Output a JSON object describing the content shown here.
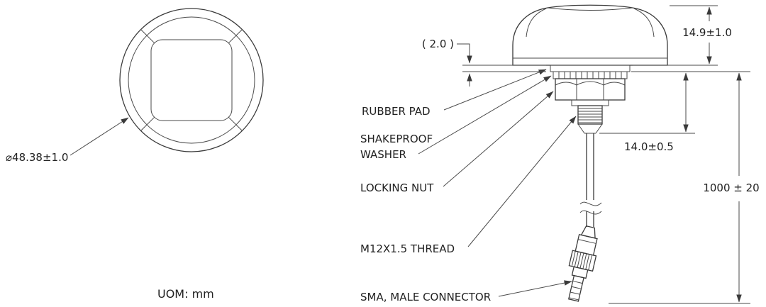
{
  "drawing": {
    "uom": "UOM: mm",
    "top_view": {
      "diameter": "⌀48.38±1.0"
    },
    "side_view": {
      "labels": {
        "rubber_pad": "RUBBER PAD",
        "shakeproof_line1": "SHAKEPROOF",
        "shakeproof_line2": "WASHER",
        "locking_nut": "LOCKING NUT",
        "thread": "M12X1.5 THREAD",
        "sma_connector": "SMA, MALE CONNECTOR"
      },
      "dimensions": {
        "pad_thickness": "( 2.0 )",
        "dome_height": "14.9±1.0",
        "thread_length": "14.0±0.5",
        "cable_length": "1000 ± 20"
      }
    }
  }
}
